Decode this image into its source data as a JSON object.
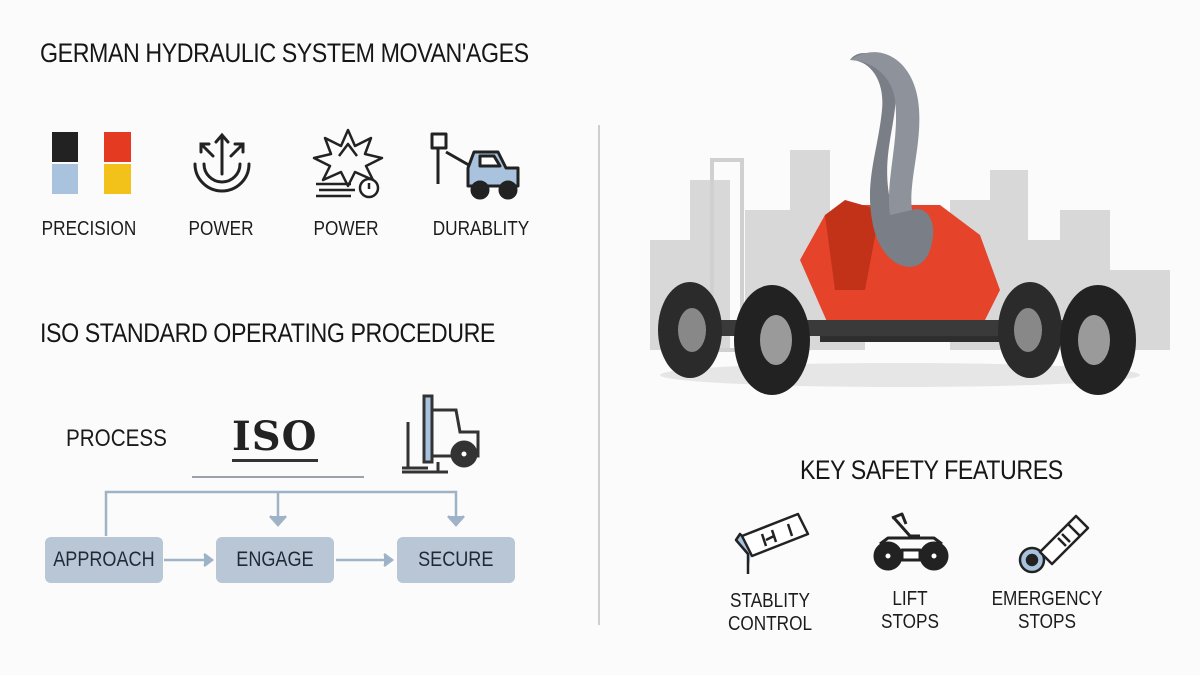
{
  "header": {
    "title": "GERMAN HYDRAULIC SYSTEM MOVAN'AGES"
  },
  "features": [
    {
      "label": "PRECISION",
      "icon": "flag-blocks-icon"
    },
    {
      "label": "POWER",
      "icon": "power-arrows-icon"
    },
    {
      "label": "POWER",
      "icon": "impact-burst-icon"
    },
    {
      "label": "DURABLITY",
      "icon": "forklift-truck-icon"
    }
  ],
  "procedure": {
    "title": "ISO STANDARD OPERATING PROCEDURE",
    "process_label": "PROCESS",
    "iso_label": "ISO",
    "steps": [
      "APPROACH",
      "ENGAGE",
      "SECURE"
    ]
  },
  "safety": {
    "title": "KEY SAFETY FEATURES",
    "items": [
      {
        "line1": "STABLITY",
        "line2": "CONTROL",
        "icon": "stability-gauge-icon"
      },
      {
        "line1": "LIFT",
        "line2": "STOPS",
        "icon": "lift-vehicle-icon"
      },
      {
        "line1": "EMERGENCY",
        "line2": "STOPS",
        "icon": "emergency-hook-icon"
      }
    ]
  },
  "colors": {
    "accent_red": "#e5432a",
    "flag_black": "#222222",
    "flag_red": "#e53a22",
    "flag_gold": "#f3c21a",
    "step_fill": "#b9c6d6",
    "connector": "#9fb3c8"
  }
}
